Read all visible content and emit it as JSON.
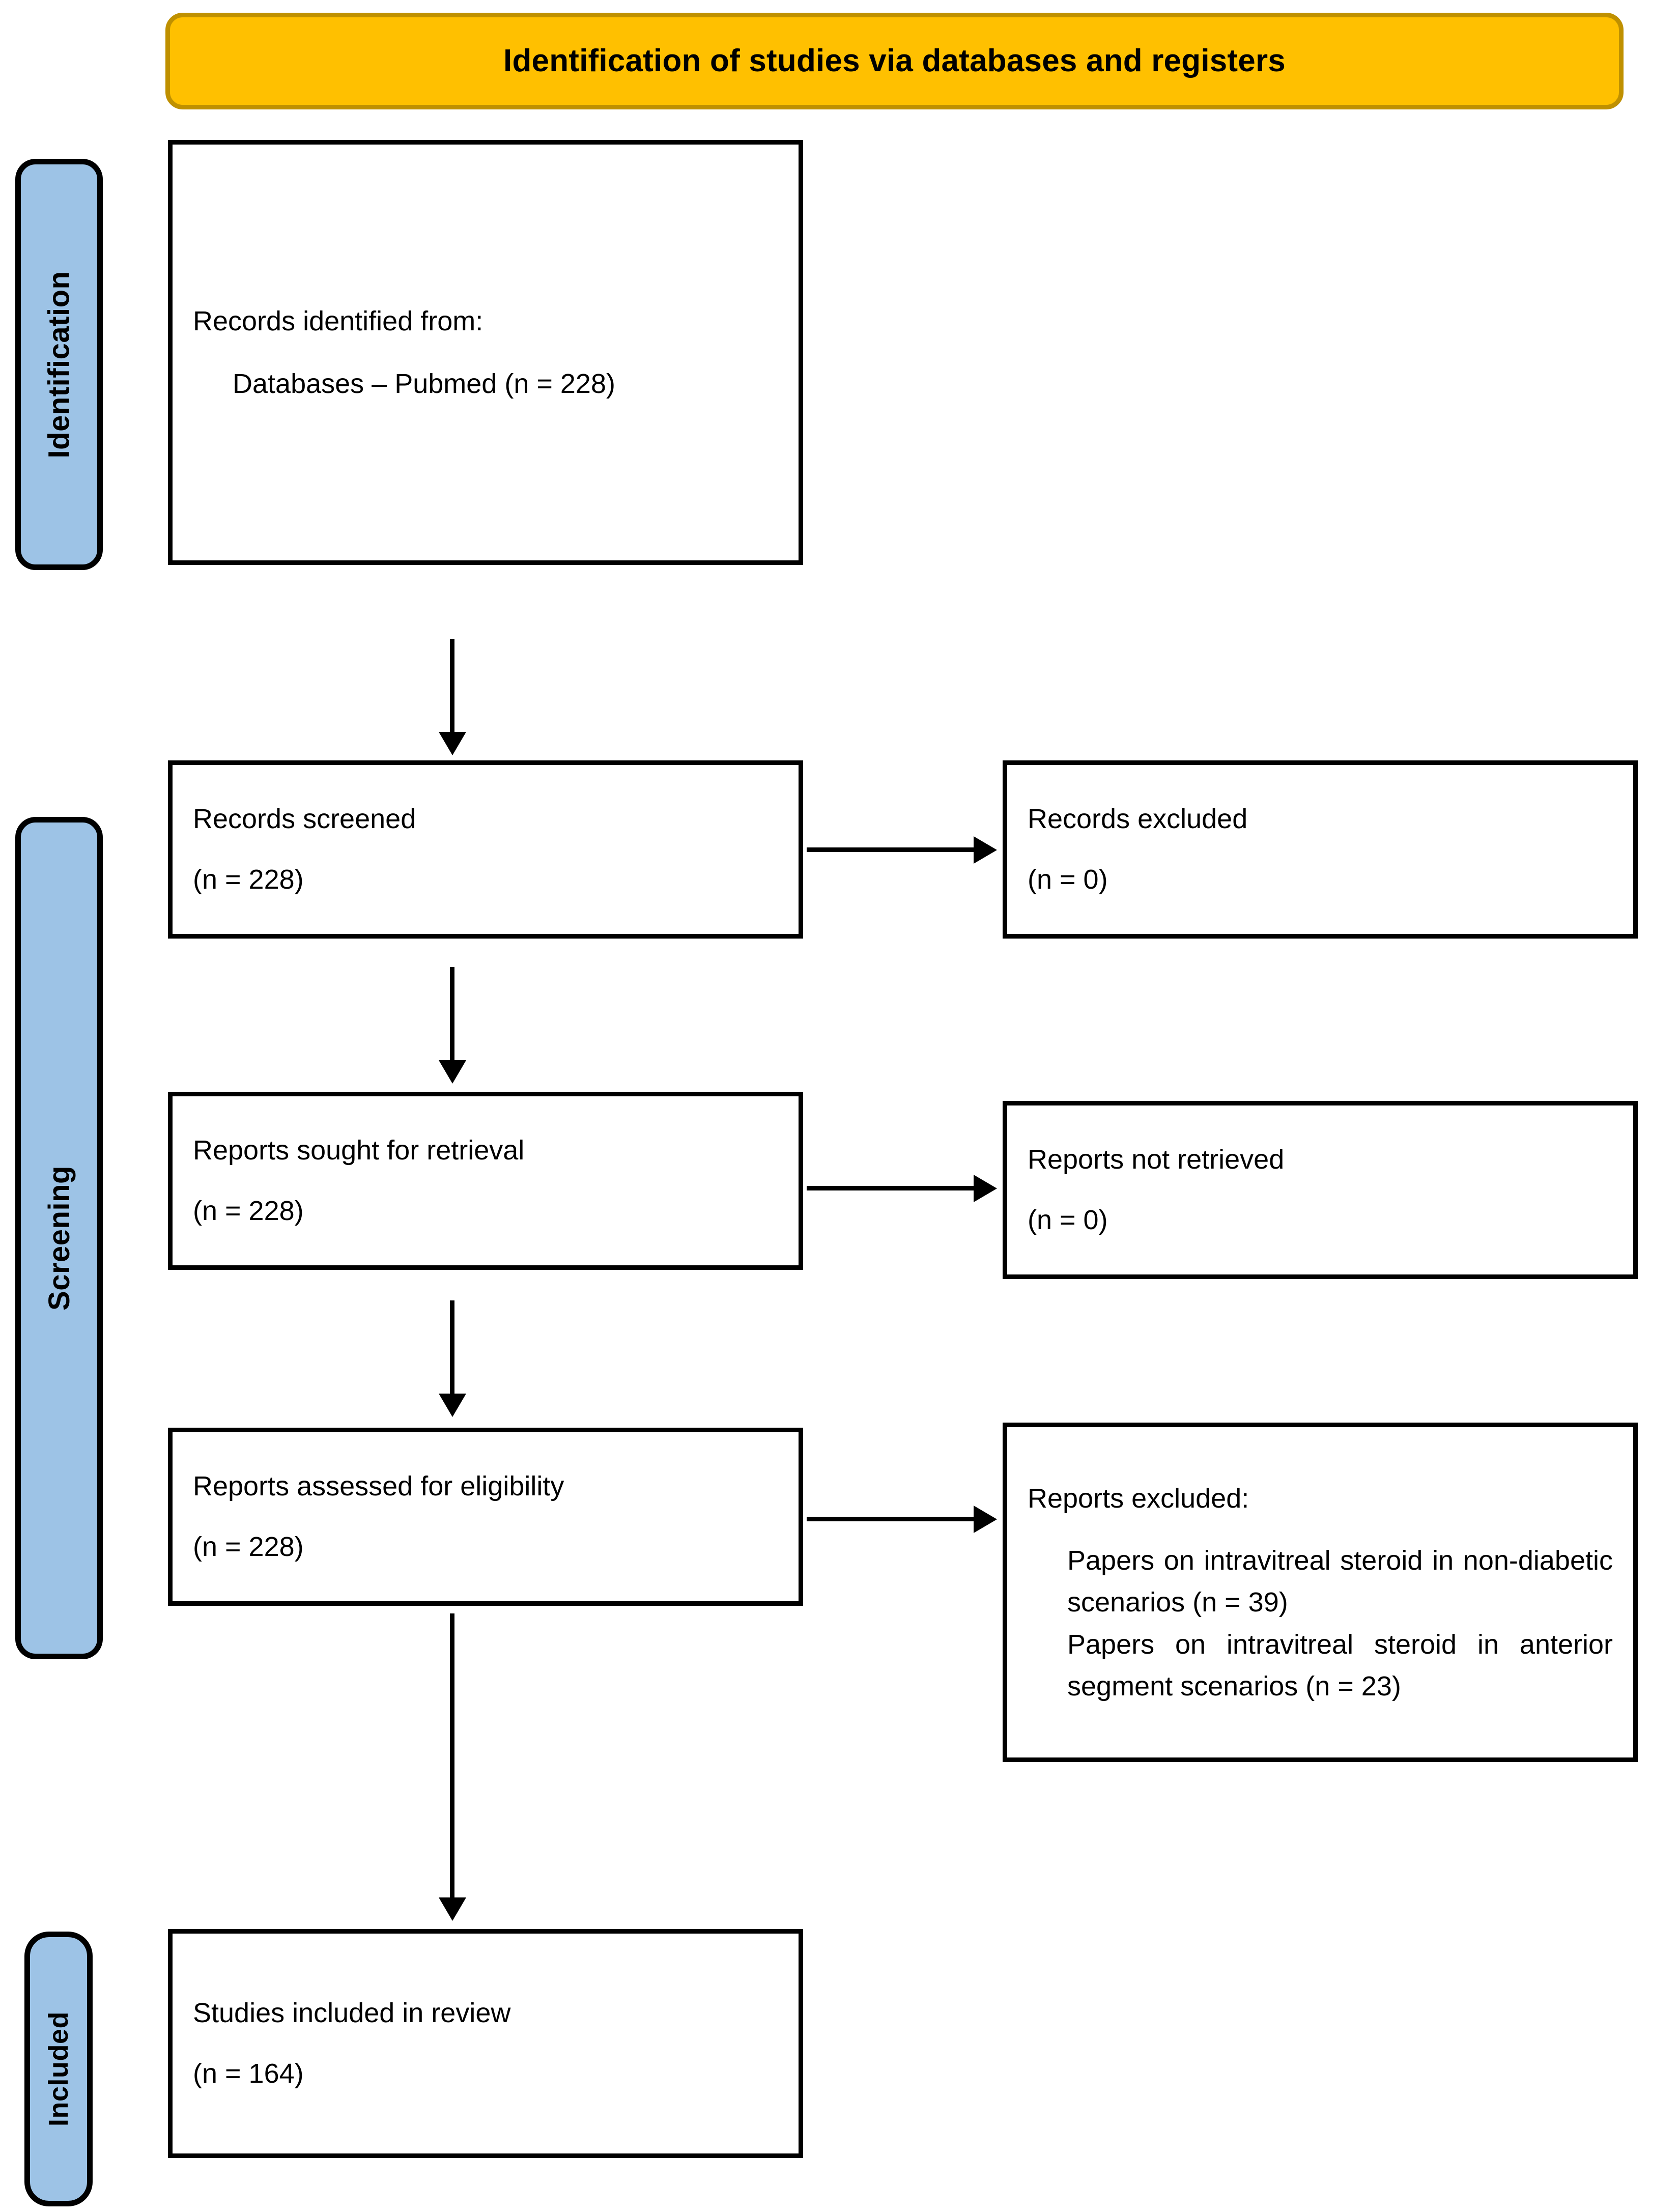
{
  "header": {
    "title": "Identification of studies via databases and registers",
    "fill_color": "#FFC000",
    "border_color": "#BF9000"
  },
  "stage_bars": {
    "fill_color": "#9DC3E6",
    "items": [
      {
        "label": "Identification"
      },
      {
        "label": "Screening"
      },
      {
        "label": "Included"
      }
    ]
  },
  "boxes": {
    "records_identified": {
      "line1": "Records identified from:",
      "line2": "Databases – Pubmed (n = 228)"
    },
    "records_screened": {
      "line1": "Records screened",
      "line2": "(n = 228)"
    },
    "records_excluded": {
      "line1": "Records excluded",
      "line2": "(n = 0)"
    },
    "reports_sought": {
      "line1": "Reports sought for retrieval",
      "line2": "(n = 228)"
    },
    "reports_not_retrieved": {
      "line1": "Reports not retrieved",
      "line2": "(n = 0)"
    },
    "reports_assessed": {
      "line1": "Reports assessed for eligibility",
      "line2": "(n = 228)"
    },
    "reports_excluded": {
      "line1": "Reports excluded:",
      "line2": "Papers on intravitreal steroid in non-diabetic scenarios (n = 39)",
      "line3": "Papers on intravitreal steroid in anterior segment scenarios (n = 23)"
    },
    "studies_included": {
      "line1": "Studies included in review",
      "line2": "(n = 164)"
    }
  },
  "counts": {
    "identified": 228,
    "screened": 228,
    "records_excluded": 0,
    "sought": 228,
    "not_retrieved": 0,
    "assessed": 228,
    "excluded_non_diabetic": 39,
    "excluded_anterior_segment": 23,
    "included": 164
  }
}
